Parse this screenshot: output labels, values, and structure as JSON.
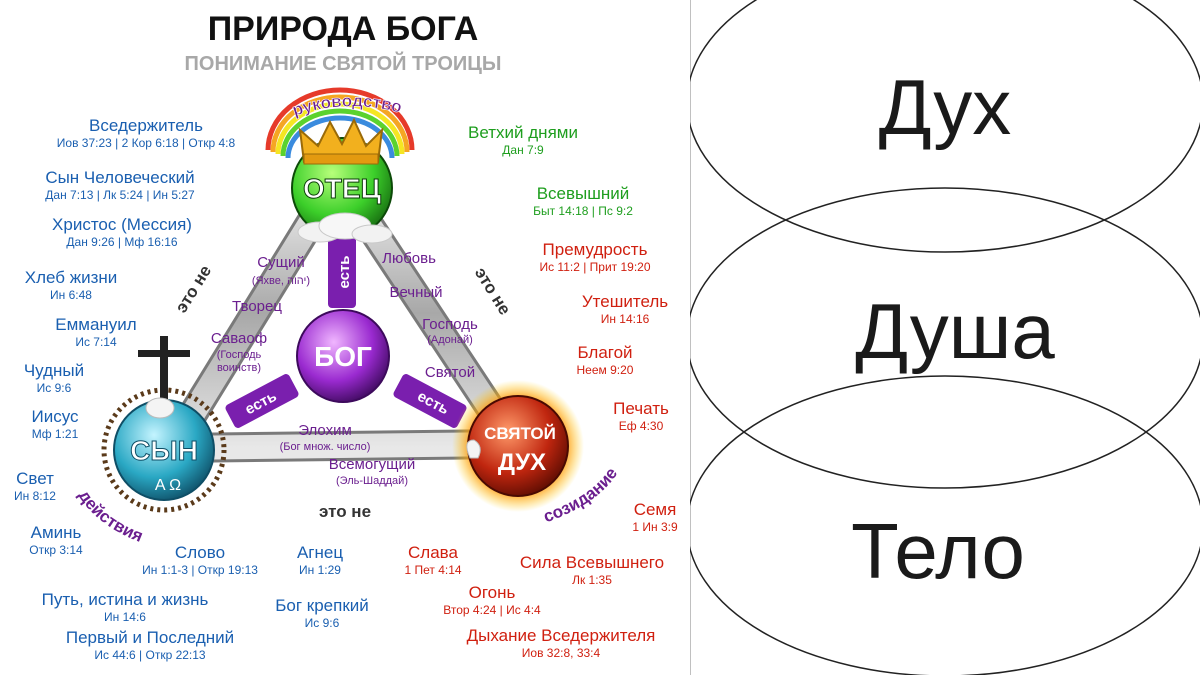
{
  "title": "ПРИРОДА БОГА",
  "subtitle": "ПОНИМАНИЕ СВЯТОЙ ТРОИЦЫ",
  "colors": {
    "father": "#3ccf2a",
    "son": "#2aa8c4",
    "spirit": "#c0260f",
    "god": "#8a1ec0",
    "green_text": "#1e9e1e",
    "blue_text": "#1a5fb0",
    "red_text": "#d02010",
    "purple_text": "#6b1f8f"
  },
  "icons": [
    "crown-icon",
    "rainbow-icon",
    "cloud-icon",
    "cross-icon",
    "dove-icon",
    "fire-icon",
    "thorn-crown-icon",
    "lamb-icon"
  ],
  "nodes": {
    "father": "ОТЕЦ",
    "son": "СЫН",
    "son_symbol": "A Ω",
    "spirit_line1": "СВЯТОЙ",
    "spirit_line2": "ДУХ",
    "god": "БОГ"
  },
  "connectors": {
    "is": "есть",
    "is_not": "это не"
  },
  "arcs": {
    "top": "руководство",
    "left": "действия",
    "right": "созидание"
  },
  "center_names": {
    "sushchiy": "Сущий",
    "sushchiy_ref": "(Яхве, יהוה)",
    "lyubov": "Любовь",
    "vechny": "Вечный",
    "tvorets": "Творец",
    "savaof": "Саваоф",
    "savaof_ref1": "(Господь",
    "savaof_ref2": "воинств)",
    "gospod": "Господь",
    "gospod_ref": "(Адонай)",
    "svyatoy": "Святой",
    "elohim": "Элохим",
    "elohim_ref": "(Бог множ. число)",
    "vsemoguschiy": "Всемогущий",
    "vsemoguschiy_ref": "(Эль-Шаддай)"
  },
  "son_titles": [
    {
      "name": "Вседержитель",
      "ref": "Иов 37:23 | 2 Кор 6:18 | Откр 4:8"
    },
    {
      "name": "Сын Человеческий",
      "ref": "Дан 7:13 | Лк 5:24 | Ин 5:27"
    },
    {
      "name": "Христос (Мессия)",
      "ref": "Дан 9:26 | Мф 16:16"
    },
    {
      "name": "Хлеб жизни",
      "ref": "Ин 6:48"
    },
    {
      "name": "Еммануил",
      "ref": "Ис 7:14"
    },
    {
      "name": "Чудный",
      "ref": "Ис 9:6"
    },
    {
      "name": "Иисус",
      "ref": "Мф 1:21"
    },
    {
      "name": "Свет",
      "ref": "Ин 8:12"
    },
    {
      "name": "Аминь",
      "ref": "Откр 3:14"
    },
    {
      "name": "Слово",
      "ref": "Ин 1:1-3 | Откр 19:13"
    },
    {
      "name": "Агнец",
      "ref": "Ин 1:29"
    },
    {
      "name": "Путь, истина и жизнь",
      "ref": "Ин 14:6"
    },
    {
      "name": "Бог крепкий",
      "ref": "Ис 9:6"
    },
    {
      "name": "Первый и Последний",
      "ref": "Ис 44:6 | Откр 22:13"
    }
  ],
  "father_titles": [
    {
      "name": "Ветхий днями",
      "ref": "Дан 7:9"
    },
    {
      "name": "Всевышний",
      "ref": "Быт 14:18 | Пс 9:2"
    }
  ],
  "spirit_titles": [
    {
      "name": "Премудрость",
      "ref": "Ис 11:2 | Прит 19:20"
    },
    {
      "name": "Утешитель",
      "ref": "Ин 14:16"
    },
    {
      "name": "Благой",
      "ref": "Неем 9:20"
    },
    {
      "name": "Печать",
      "ref": "Еф 4:30"
    },
    {
      "name": "Семя",
      "ref": "1 Ин 3:9"
    },
    {
      "name": "Сила Всевышнего",
      "ref": "Лк 1:35"
    },
    {
      "name": "Слава",
      "ref": "1 Пет 4:14"
    },
    {
      "name": "Огонь",
      "ref": "Втор 4:24 | Ис 4:4"
    },
    {
      "name": "Дыхание Вседержителя",
      "ref": "Иов 32:8, 33:4"
    }
  ],
  "circles": [
    "Дух",
    "Душа",
    "Тело"
  ]
}
